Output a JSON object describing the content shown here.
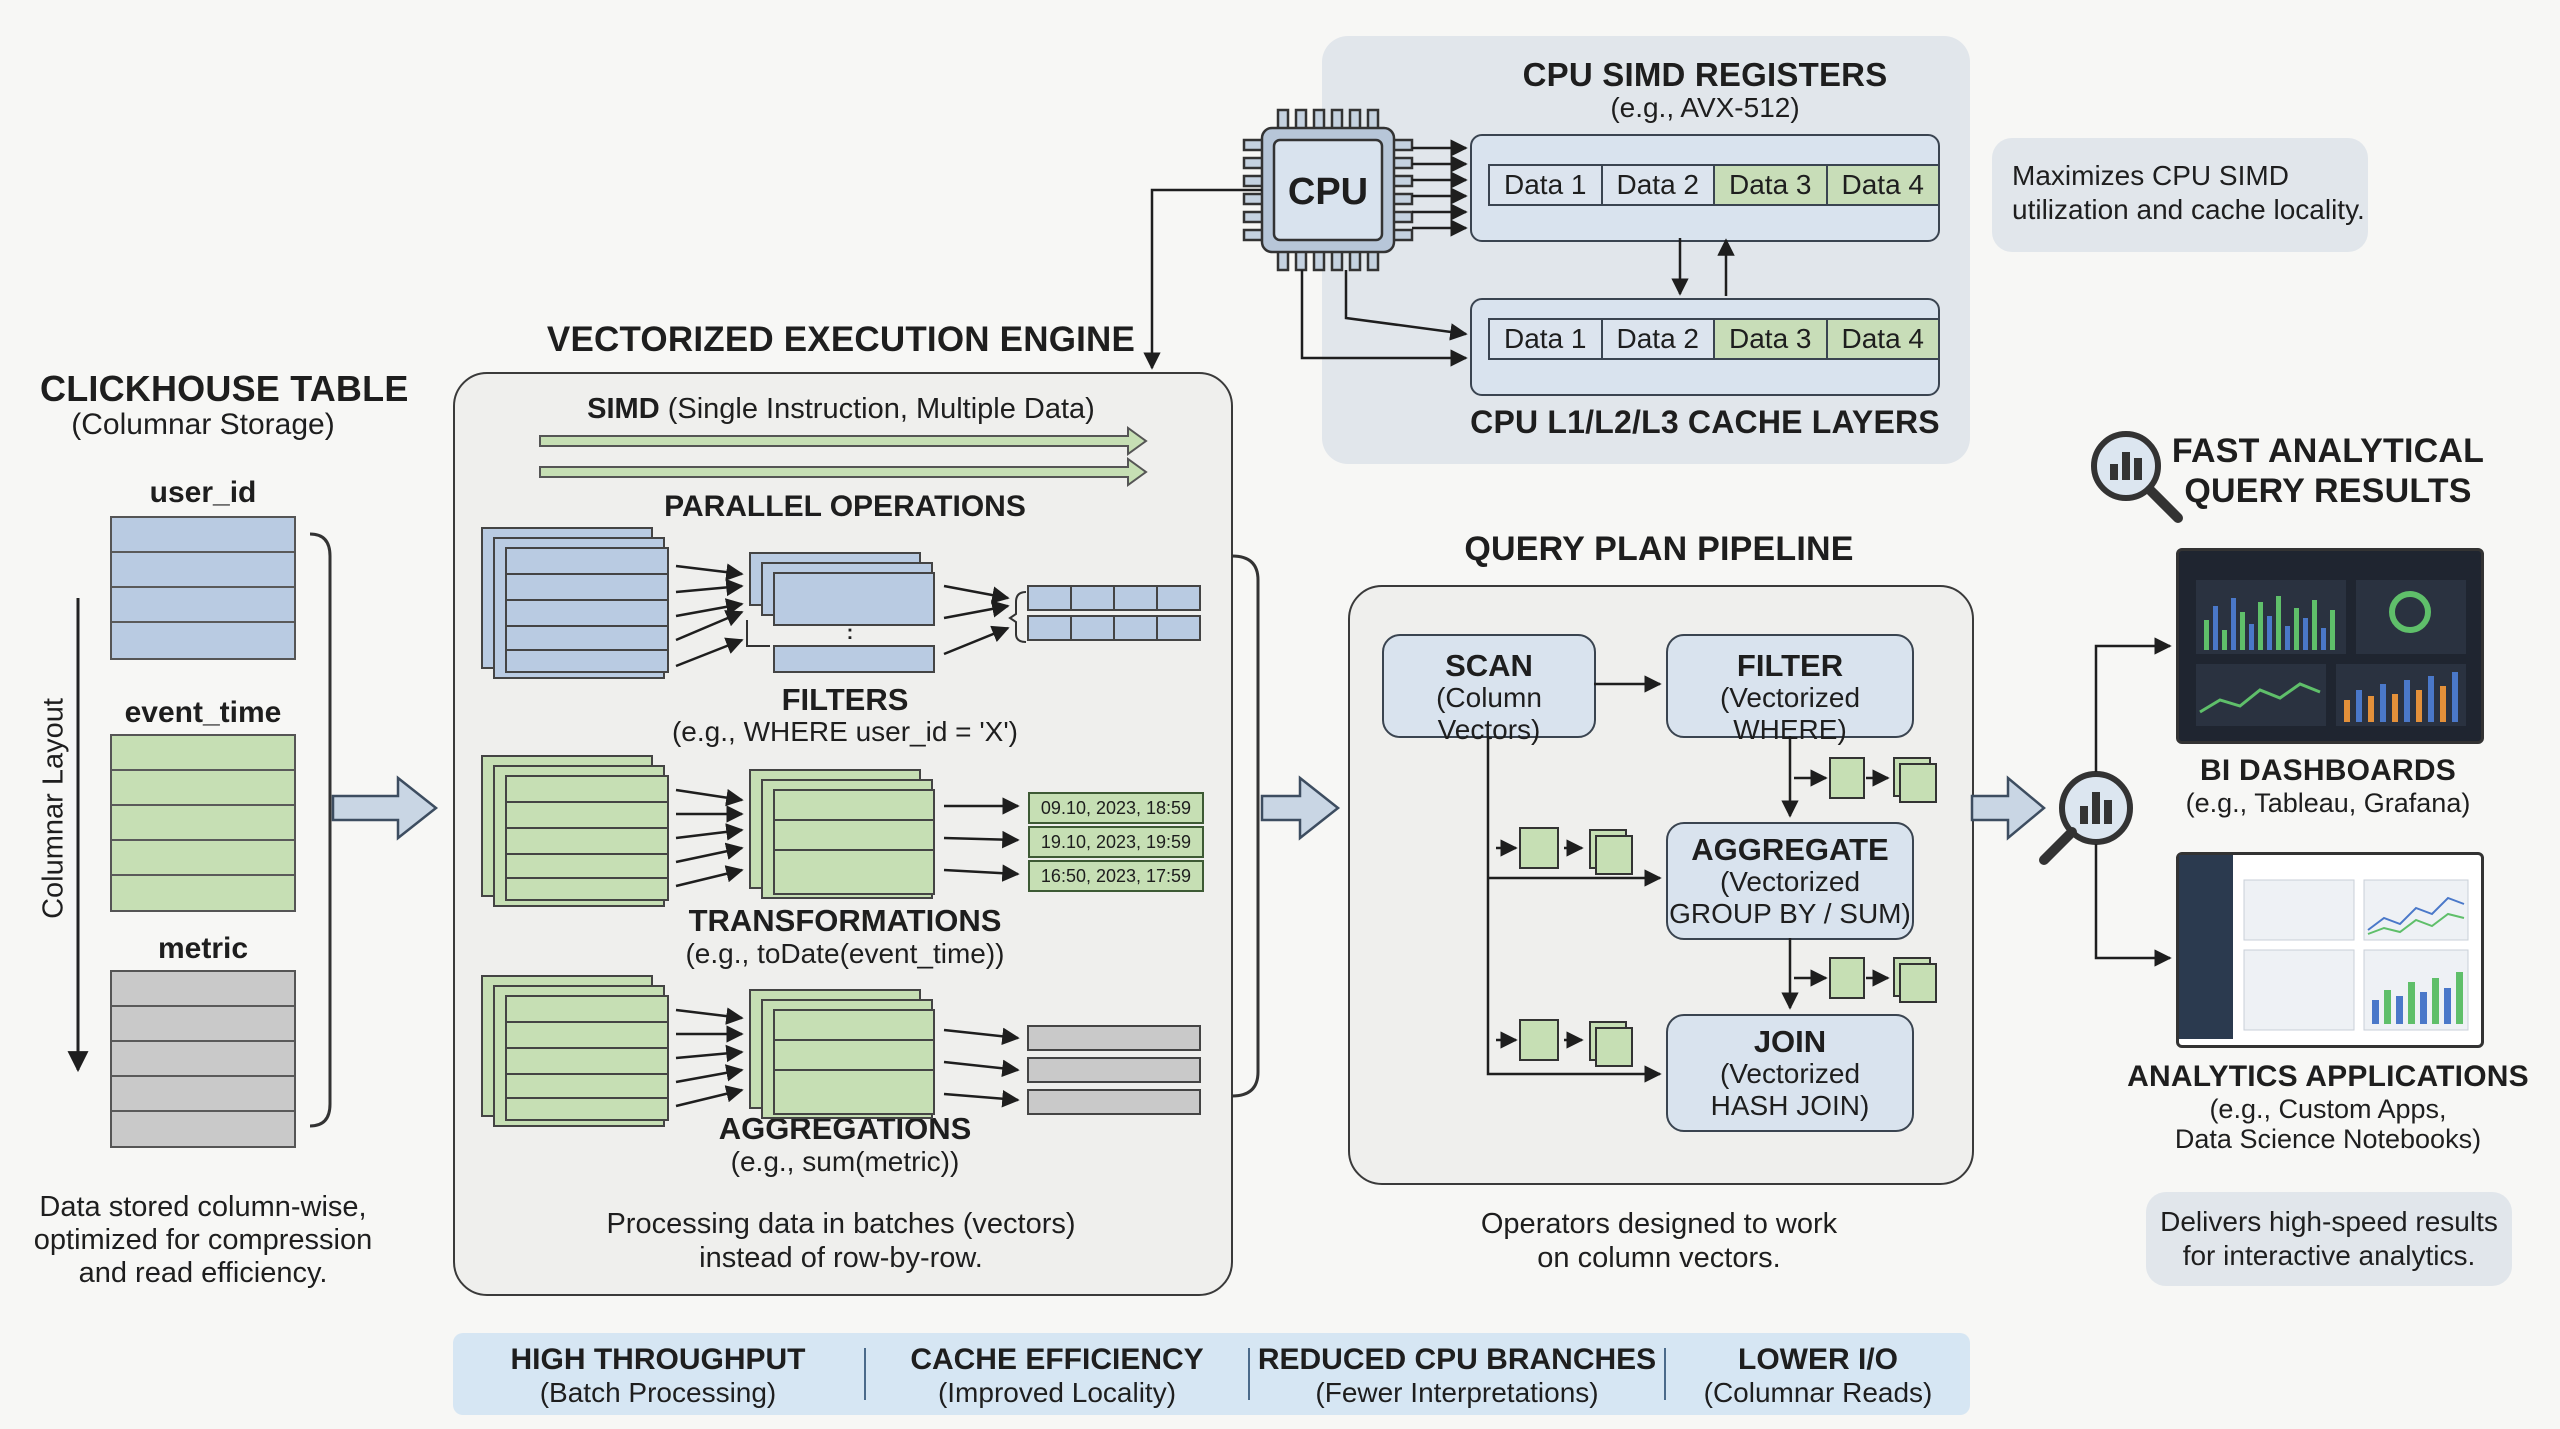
{
  "table": {
    "title": "CLICKHOUSE TABLE",
    "subtitle": "(Columnar Storage)",
    "columns": [
      "user_id",
      "event_time",
      "metric"
    ],
    "layout_label": "Columnar Layout",
    "note": [
      "Data stored column-wise,",
      "optimized for compression",
      "and read efficiency."
    ]
  },
  "engine": {
    "title": "VECTORIZED EXECUTION ENGINE",
    "simd_bold": "SIMD",
    "simd_rest": " (Single Instruction, Multiple Data)",
    "parallel": "PARALLEL OPERATIONS",
    "filters_title": "FILTERS",
    "filters_example": "(e.g., WHERE user_id = 'X')",
    "filter_ellipsis": ":",
    "transform_title": "TRANSFORMATIONS",
    "transform_example": "(e.g., toDate(event_time))",
    "transform_values": [
      "09.10, 2023, 18:59",
      "19.10, 2023, 19:59",
      "16:50, 2023, 17:59"
    ],
    "agg_title": "AGGREGATIONS",
    "agg_example": "(e.g., sum(metric))",
    "note": [
      "Processing data in batches (vectors)",
      "instead of row-by-row."
    ]
  },
  "cpu": {
    "chip_label": "CPU",
    "simd_title": "CPU SIMD REGISTERS",
    "simd_subtitle": "(e.g., AVX-512)",
    "register_cells": [
      "Data 1",
      "Data 2",
      "Data 3",
      "Data 4"
    ],
    "cache_cells": [
      "Data 1",
      "Data 2",
      "Data 3",
      "Data 4"
    ],
    "cache_title": "CPU L1/L2/L3 CACHE LAYERS",
    "callout": [
      "Maximizes CPU SIMD",
      "utilization and cache locality."
    ]
  },
  "pipeline": {
    "title": "QUERY PLAN PIPELINE",
    "scan": {
      "title": "SCAN",
      "sub": [
        "(Column Vectors)"
      ]
    },
    "filter": {
      "title": "FILTER",
      "sub": [
        "(Vectorized WHERE)"
      ]
    },
    "aggregate": {
      "title": "AGGREGATE",
      "sub": [
        "(Vectorized",
        "GROUP BY / SUM)"
      ]
    },
    "join": {
      "title": "JOIN",
      "sub": [
        "(Vectorized",
        "HASH JOIN)"
      ]
    },
    "note": [
      "Operators designed to work",
      "on column vectors."
    ]
  },
  "results": {
    "title": [
      "FAST ANALYTICAL",
      "QUERY RESULTS"
    ],
    "bi_title": "BI DASHBOARDS",
    "bi_sub": "(e.g., Tableau, Grafana)",
    "apps_title": "ANALYTICS APPLICATIONS",
    "apps_sub": [
      "(e.g., Custom Apps,",
      "Data Science Notebooks)"
    ],
    "callout": [
      "Delivers high-speed results",
      "for interactive analytics."
    ]
  },
  "benefits": [
    {
      "title": "HIGH THROUGHPUT",
      "sub": "(Batch Processing)"
    },
    {
      "title": "CACHE EFFICIENCY",
      "sub": "(Improved Locality)"
    },
    {
      "title": "REDUCED CPU BRANCHES",
      "sub": "(Fewer Interpretations)"
    },
    {
      "title": "LOWER I/O",
      "sub": "(Columnar Reads)"
    }
  ],
  "colors": {
    "blue_fill": "#b9cbe2",
    "green_fill": "#c6dfb4",
    "gray_fill": "#c9c9c9",
    "panel_bg": "#efefed",
    "node_fill": "#d9e3ee",
    "banner_bg": "#d6e6f3"
  }
}
